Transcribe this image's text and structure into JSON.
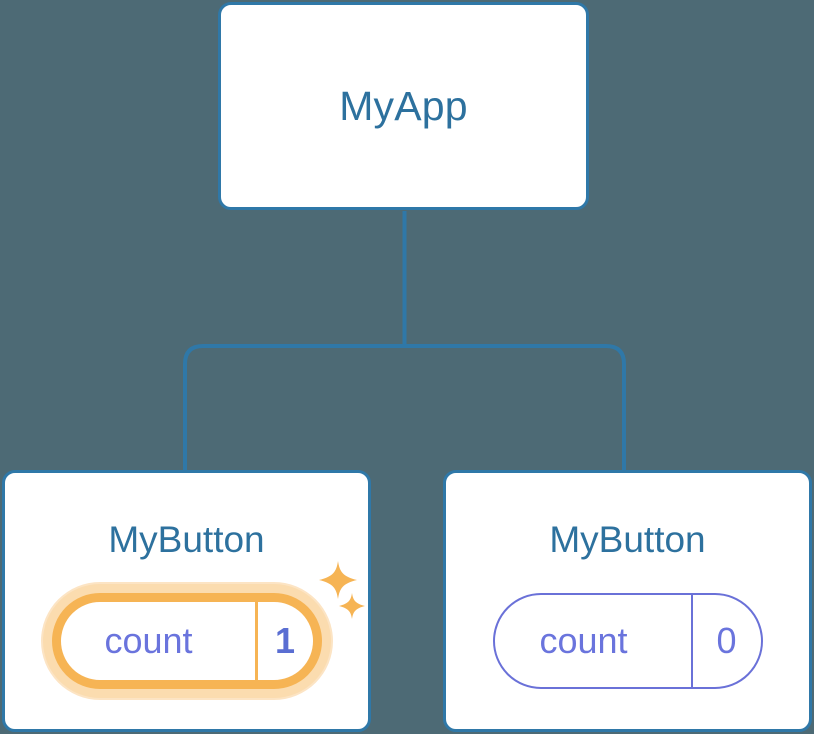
{
  "diagram": {
    "type": "component-tree",
    "background_color": "#4d6a75",
    "connector_color": "#2f78a8",
    "title_color": "#2d719e",
    "state_color": "#6a74dd",
    "highlight_color": "#f6b454",
    "highlight_glow_color": "#fbdcaf"
  },
  "root": {
    "label": "MyApp"
  },
  "children": [
    {
      "label": "MyButton",
      "state": {
        "key": "count",
        "value": "1"
      },
      "highlighted": true,
      "sparkles": [
        "sparkle-large-icon",
        "sparkle-small-icon"
      ]
    },
    {
      "label": "MyButton",
      "state": {
        "key": "count",
        "value": "0"
      },
      "highlighted": false,
      "sparkles": []
    }
  ]
}
